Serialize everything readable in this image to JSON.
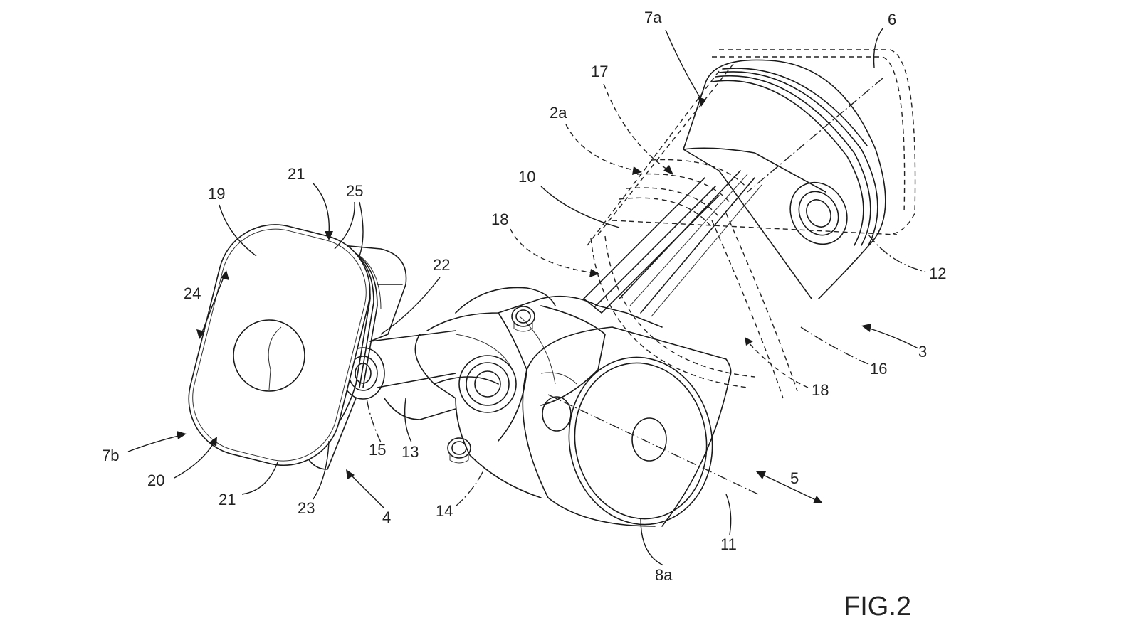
{
  "figure": {
    "label": "FIG.2",
    "references": [
      {
        "id": "6",
        "text": "6"
      },
      {
        "id": "7a",
        "text": "7a"
      },
      {
        "id": "17",
        "text": "17"
      },
      {
        "id": "2a",
        "text": "2a"
      },
      {
        "id": "10",
        "text": "10"
      },
      {
        "id": "18-top",
        "text": "18"
      },
      {
        "id": "12",
        "text": "12"
      },
      {
        "id": "3",
        "text": "3"
      },
      {
        "id": "16",
        "text": "16"
      },
      {
        "id": "18-bottom",
        "text": "18"
      },
      {
        "id": "21-top",
        "text": "21"
      },
      {
        "id": "19",
        "text": "19"
      },
      {
        "id": "25",
        "text": "25"
      },
      {
        "id": "24",
        "text": "24"
      },
      {
        "id": "22",
        "text": "22"
      },
      {
        "id": "7b",
        "text": "7b"
      },
      {
        "id": "20",
        "text": "20"
      },
      {
        "id": "21-bottom",
        "text": "21"
      },
      {
        "id": "23",
        "text": "23"
      },
      {
        "id": "15",
        "text": "15"
      },
      {
        "id": "13",
        "text": "13"
      },
      {
        "id": "4",
        "text": "4"
      },
      {
        "id": "14",
        "text": "14"
      },
      {
        "id": "5",
        "text": "5"
      },
      {
        "id": "11",
        "text": "11"
      },
      {
        "id": "8a",
        "text": "8a"
      }
    ]
  },
  "colors": {
    "ink": "#1a1a1a",
    "background": "#ffffff"
  }
}
